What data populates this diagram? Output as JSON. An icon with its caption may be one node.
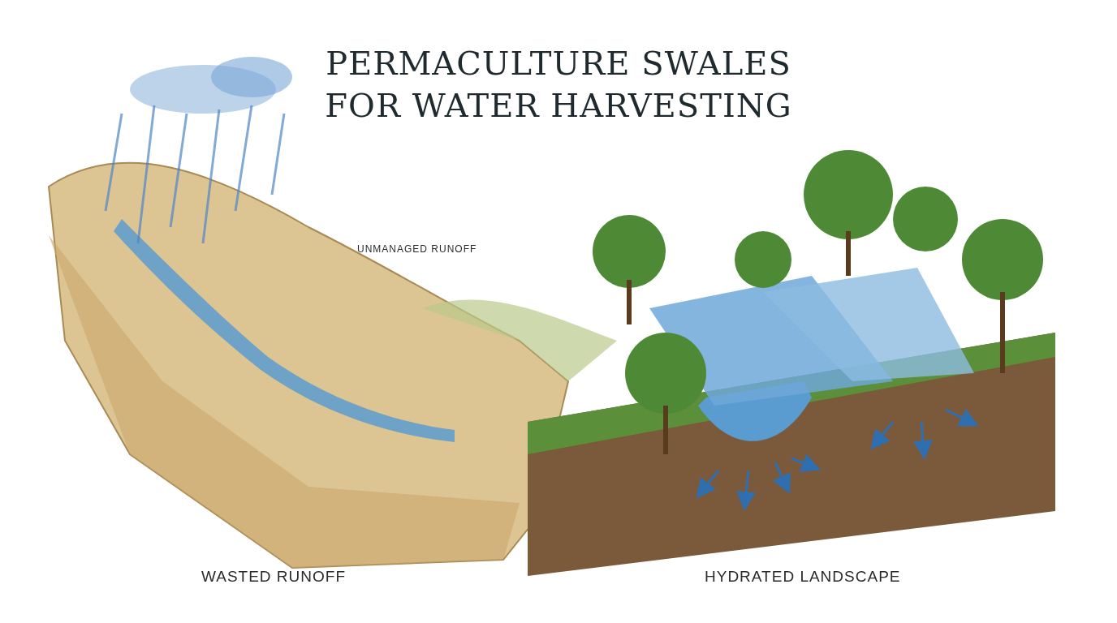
{
  "diagram": {
    "title": "PERMACULTURE SWALES FOR WATER HARVESTING",
    "labels": [
      "UNMANAGED RUNOFF",
      "WASTED RUNOFF",
      "HYDRATED LANDSCAPE"
    ]
  }
}
